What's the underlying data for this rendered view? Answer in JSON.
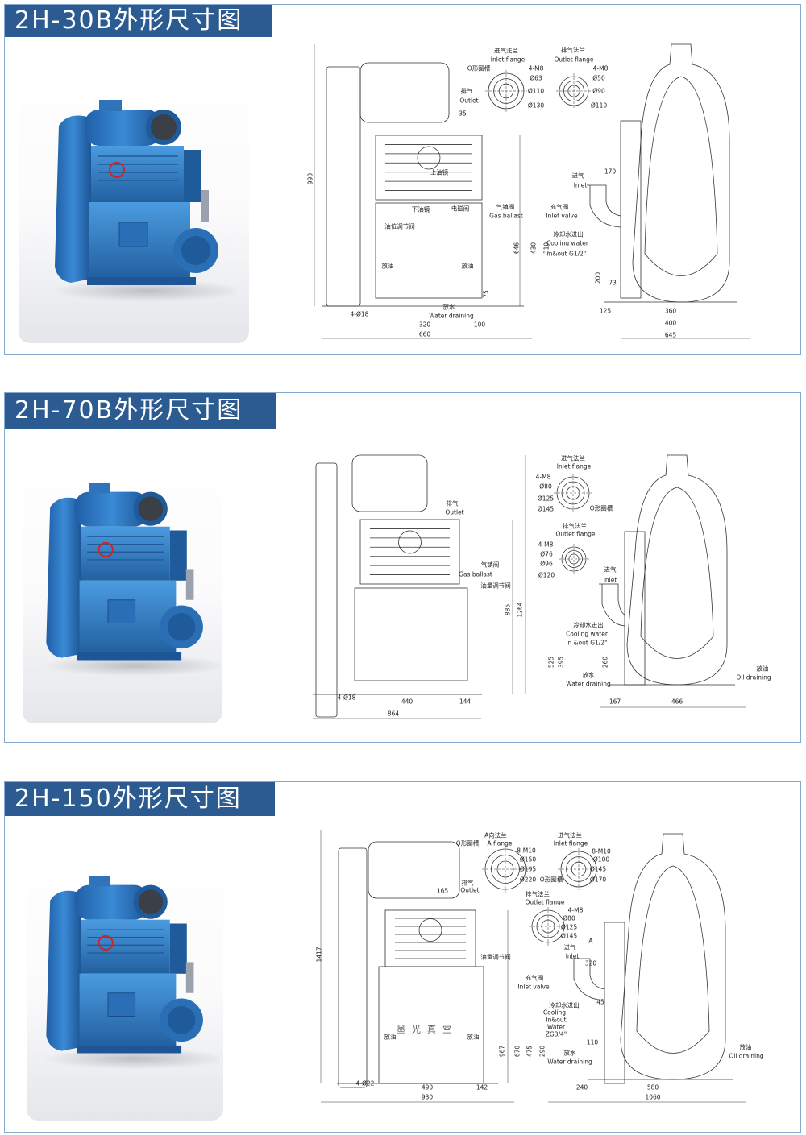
{
  "colors": {
    "banner": "#2b5b90",
    "pump_blue": "#2f7ac4",
    "border": "#86a9cf"
  },
  "panels": [
    {
      "title": "2H-30B外形尺寸图",
      "labels": {
        "inlet_flange_cn": "进气法兰",
        "inlet_flange_en": "Inlet flange",
        "o_ring": "O形圈槽",
        "in_m": "4-M8",
        "in_d1": "Ø63",
        "in_d2": "Ø110",
        "in_d3": "Ø130",
        "outlet_flange_cn": "排气法兰",
        "outlet_flange_en": "Outlet flange",
        "out_m": "4-M8",
        "out_d1": "Ø50",
        "out_d2": "Ø90",
        "out_d3": "Ø110",
        "outlet_cn": "排气",
        "outlet_en": "Outlet",
        "d35": "35",
        "d990": "990",
        "upper_sight": "上油镜",
        "lower_sight": "下油镜",
        "solenoid": "电磁阀",
        "oil_level_valve": "油位调节阀",
        "gas_ballast_cn": "气镇阀",
        "gas_ballast_en": "Gas ballast",
        "oil_drain_l": "放油",
        "oil_drain_r": "放油",
        "d646": "646",
        "d75": "75",
        "holes": "4-Ø18",
        "water_drain_cn": "放水",
        "water_drain_en": "Water draining",
        "d320": "320",
        "d100": "100",
        "d660": "660",
        "inlet_cn": "进气",
        "inlet_en": "Inlet",
        "d170": "170",
        "inlet_valve_cn": "充气阀",
        "inlet_valve_en": "Inlet valve",
        "d430": "430",
        "d310": "310",
        "cooling_cn": "冷却水进出",
        "cooling_en": "Cooling water",
        "cooling_spec": "in&out G1/2\"",
        "d200": "200",
        "d73": "73",
        "d125": "125",
        "d360": "360",
        "d400": "400",
        "d645": "645"
      }
    },
    {
      "title": "2H-70B外形尺寸图",
      "labels": {
        "outlet_cn": "排气",
        "outlet_en": "Outlet",
        "inlet_flange_cn": "进气法兰",
        "inlet_flange_en": "Inlet flange",
        "in_m": "4-M8",
        "in_d1": "Ø80",
        "in_d2": "Ø125",
        "in_d3": "Ø145",
        "o_ring": "O形圈槽",
        "outlet_flange_cn": "排气法兰",
        "outlet_flange_en": "Outlet flange",
        "out_m": "4-M8",
        "out_d1": "Ø76",
        "out_d2": "Ø96",
        "out_d3": "Ø120",
        "gas_ballast_cn": "气镇阀",
        "gas_ballast_en": "Gas ballast",
        "oil_valve": "油量调节阀",
        "d885": "885",
        "d1264": "1264",
        "inlet_cn": "进气",
        "inlet_en": "Inlet",
        "cooling_cn": "冷却水进出",
        "cooling_en": "Cooling water",
        "cooling_spec": "in &out G1/2\"",
        "d525": "525",
        "d395": "395",
        "d260": "260",
        "water_drain_cn": "放水",
        "water_drain_en": "Water draining",
        "oil_drain_cn": "放油",
        "oil_drain_en": "Oil draining",
        "holes": "4-Ø18",
        "d440": "440",
        "d144": "144",
        "d864": "864",
        "d167": "167",
        "d466": "466"
      }
    },
    {
      "title": "2H-150外形尺寸图",
      "labels": {
        "a_flange_cn": "A向法兰",
        "a_flange_en": "A flange",
        "a_o_ring": "O形圈槽",
        "a_m": "8-M10",
        "a_d1": "Ø150",
        "a_d2": "Ø195",
        "a_d3": "Ø220",
        "inlet_flange_cn": "进气法兰",
        "inlet_flange_en": "Inlet flange",
        "in_m": "8-M10",
        "in_d1": "Ø100",
        "in_d2": "Ø145",
        "in_o_ring": "O形圈槽",
        "in_d3": "Ø170",
        "outlet_flange_cn": "排气法兰",
        "outlet_flange_en": "Outlet flange",
        "out_m": "4-M8",
        "out_d1": "Ø80",
        "out_d2": "Ø125",
        "out_d3": "Ø145",
        "outlet_cn": "排气",
        "outlet_en": "Outlet",
        "d165": "165",
        "d1417": "1417",
        "oil_valve": "油量调节阀",
        "a_mark": "A",
        "inlet_cn": "进气",
        "inlet_en": "Inlet",
        "d320": "320",
        "inlet_valve_cn": "充气阀",
        "inlet_valve_en": "Inlet valve",
        "d45": "45",
        "cooling_cn": "冷却水进出",
        "cooling_en1": "Cooling",
        "cooling_en2": "In&out",
        "cooling_en3": "Water",
        "cooling_spec": "ZG3/4\"",
        "brand": "墨光真空",
        "oil_drain_l": "放油",
        "oil_drain_r": "放油",
        "d110": "110",
        "d967": "967",
        "d670": "670",
        "d475": "475",
        "d290": "290",
        "water_drain_cn": "放水",
        "water_drain_en": "Water draining",
        "oil_drain_cn": "放油",
        "oil_drain_en": "Oil draining",
        "holes": "4-Ø22",
        "d490": "490",
        "d142": "142",
        "d930": "930",
        "d240": "240",
        "d580": "580",
        "d1060": "1060"
      }
    }
  ]
}
